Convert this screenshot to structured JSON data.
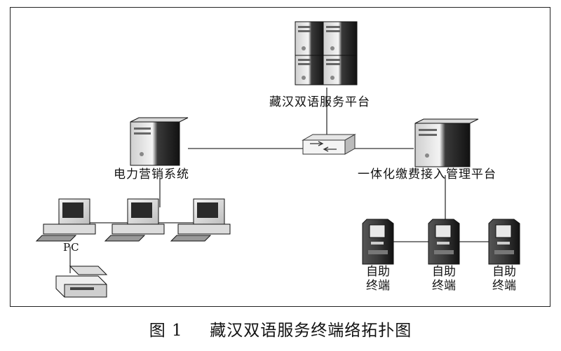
{
  "nodes": {
    "platform": {
      "label": "藏汉双语服务平台"
    },
    "marketing": {
      "label": "电力营销系统"
    },
    "payment": {
      "label": "一体化缴费接入管理平台"
    },
    "pc": {
      "label": "PC"
    },
    "terminals": [
      {
        "line1": "自助",
        "line2": "终端"
      },
      {
        "line1": "自助",
        "line2": "终端"
      },
      {
        "line1": "自助",
        "line2": "终端"
      }
    ]
  },
  "caption": {
    "figure": "图 1",
    "title": "藏汉双语服务终端络拓扑图"
  },
  "colors": {
    "line": "#333333",
    "device_light": "#e8e8e8",
    "device_dark": "#1e1e1e",
    "kiosk": "#2a2a2a"
  },
  "icons": [
    "server-cluster-icon",
    "server-tower-icon",
    "network-switch-icon",
    "desktop-pc-icon",
    "printer-icon",
    "kiosk-icon"
  ]
}
